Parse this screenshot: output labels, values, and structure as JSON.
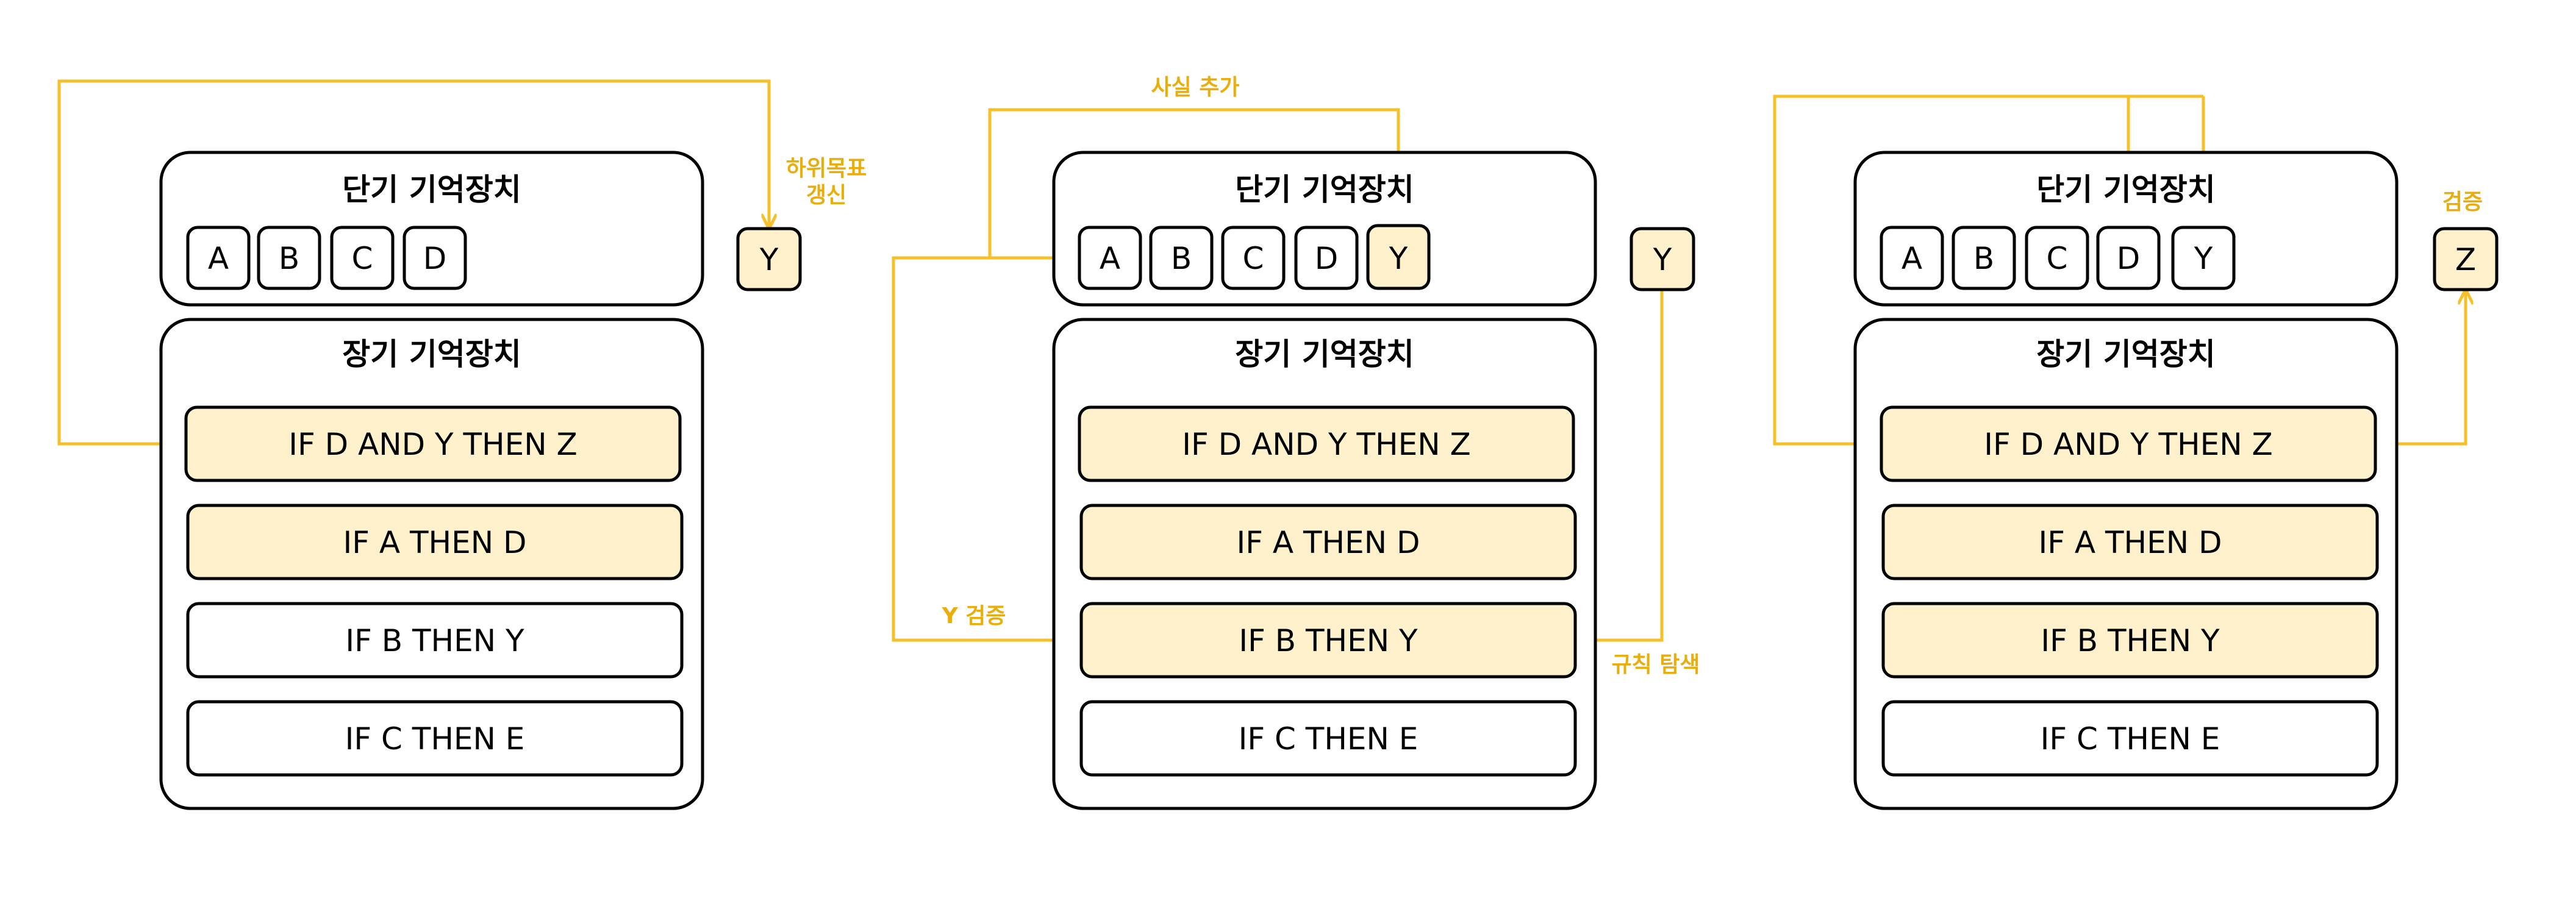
{
  "colors": {
    "accent": "#F6C02A",
    "accent_text": "#E9AE0C",
    "highlight_fill": "#FFF1CC",
    "stroke": "#000000",
    "background": "#FFFFFF"
  },
  "short_term_title": "단기 기억장치",
  "long_term_title": "장기 기억장치",
  "rules": [
    "IF D AND Y THEN Z",
    "IF A THEN D",
    "IF B THEN Y",
    "IF C THEN E"
  ],
  "panels": [
    {
      "facts": [
        "A",
        "B",
        "C",
        "D"
      ],
      "highlighted_facts": [],
      "side_item": "Y",
      "highlighted_rules": [
        0,
        1
      ],
      "annotations": {
        "subgoal_update": [
          "하위목표",
          "갱신"
        ]
      }
    },
    {
      "facts": [
        "A",
        "B",
        "C",
        "D",
        "Y"
      ],
      "highlighted_facts": [
        4
      ],
      "side_item": "Y",
      "highlighted_rules": [
        0,
        1,
        2
      ],
      "annotations": {
        "add_fact": "사실 추가",
        "verify_y": "Y 검증",
        "rule_search": "규칙 탐색"
      }
    },
    {
      "facts": [
        "A",
        "B",
        "C",
        "D",
        "Y"
      ],
      "highlighted_facts": [],
      "side_item": "Z",
      "highlighted_rules": [
        0,
        1,
        2
      ],
      "annotations": {
        "verify": "검증"
      }
    }
  ]
}
